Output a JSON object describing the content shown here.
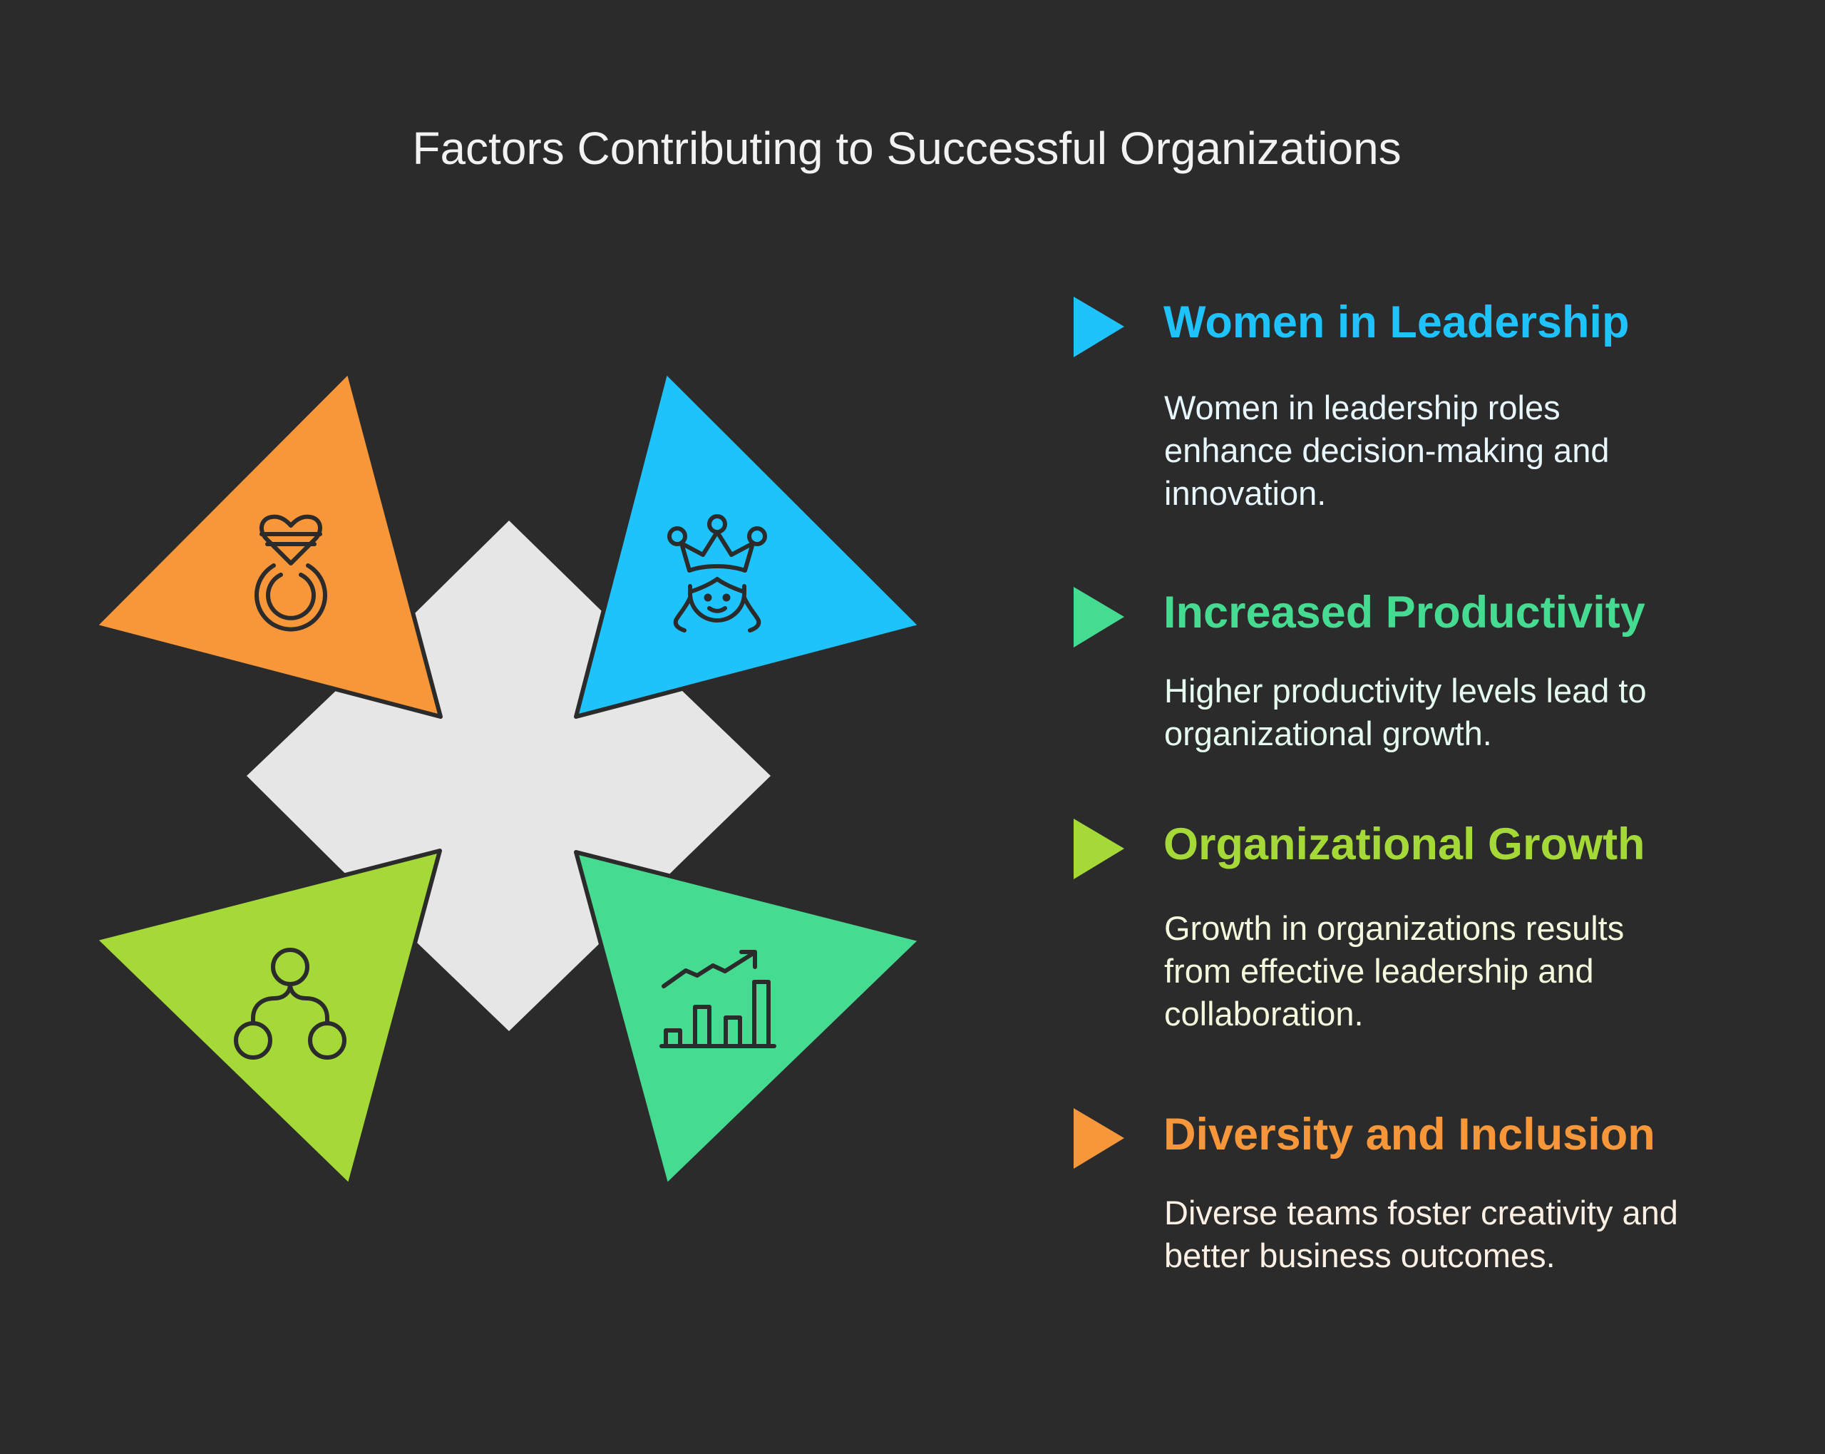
{
  "title": "Factors Contributing to Successful Organizations",
  "colors": {
    "background": "#2b2b2b",
    "center_shape": "#e6e6e6",
    "outline": "#2b2b2b",
    "title": "#f2f2f2"
  },
  "diagram": {
    "center_shape": "cross",
    "triangles": [
      {
        "position": "top-left",
        "color": "#f7973a",
        "icon": "heart-ring-icon",
        "linked_item": "Diversity and Inclusion"
      },
      {
        "position": "top-right",
        "color": "#1ec3fb",
        "icon": "queen-crown-icon",
        "linked_item": "Women in Leadership"
      },
      {
        "position": "bottom-left",
        "color": "#a4d937",
        "icon": "hierarchy-icon",
        "linked_item": "Organizational Growth"
      },
      {
        "position": "bottom-right",
        "color": "#45dc91",
        "icon": "bar-chart-trend-icon",
        "linked_item": "Increased Productivity"
      }
    ]
  },
  "items": [
    {
      "heading": "Women in Leadership",
      "color": "#1ec3fb",
      "text_color": "#e8f7fd",
      "lines": [
        "Women in leadership roles",
        "enhance decision-making and",
        "innovation."
      ]
    },
    {
      "heading": "Increased Productivity",
      "color": "#45dc91",
      "text_color": "#e6fbef",
      "lines": [
        "Higher productivity levels lead to",
        "organizational growth."
      ]
    },
    {
      "heading": "Organizational Growth",
      "color": "#a4d937",
      "text_color": "#f4f9de",
      "lines": [
        "Growth in organizations results",
        "from effective leadership and",
        "collaboration."
      ]
    },
    {
      "heading": "Diversity and Inclusion",
      "color": "#f7973a",
      "text_color": "#fdf0e4",
      "lines": [
        "Diverse teams foster creativity and",
        "better business outcomes."
      ]
    }
  ]
}
